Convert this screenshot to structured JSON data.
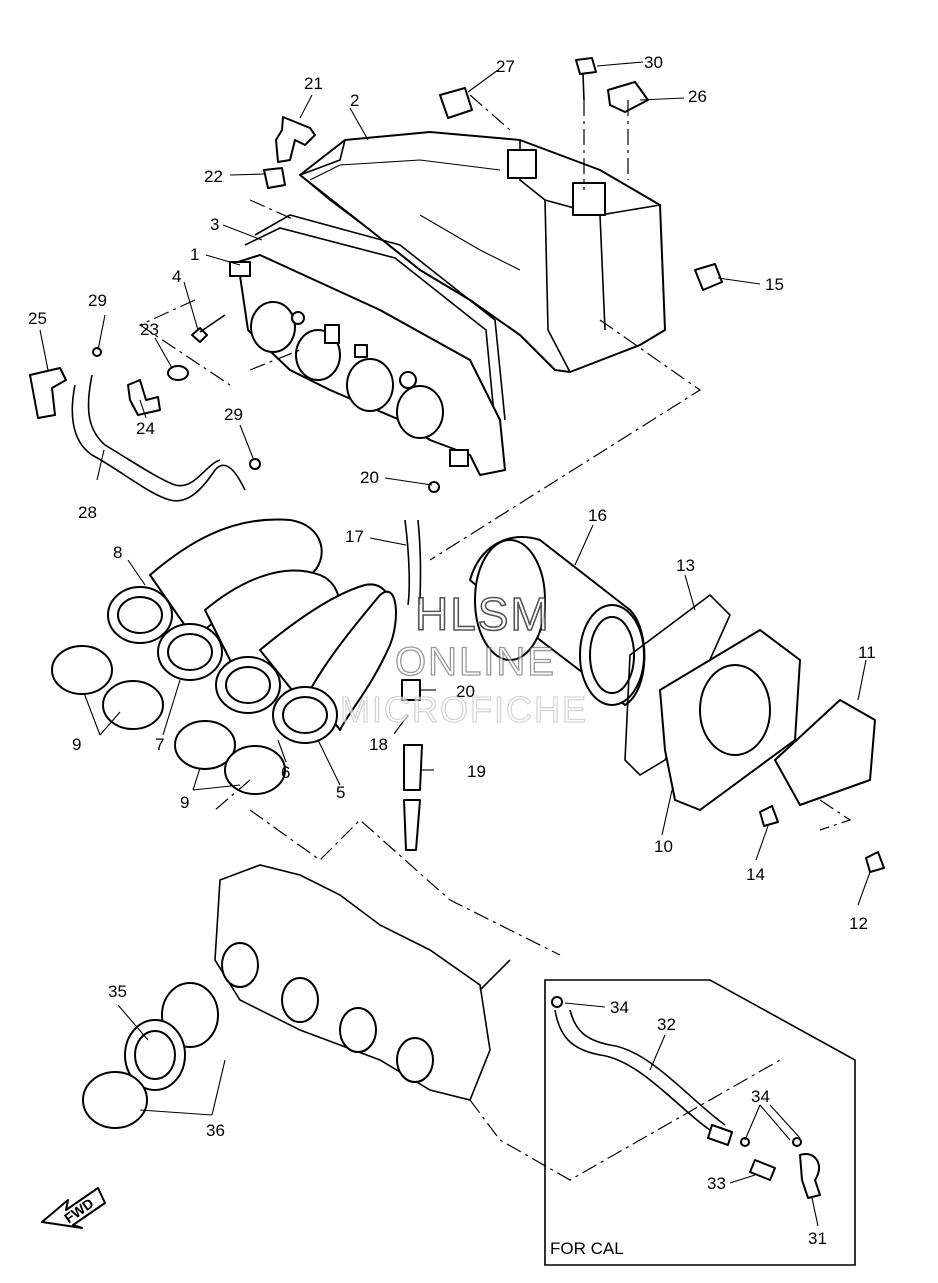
{
  "diagram": {
    "callouts": [
      "1",
      "2",
      "3",
      "4",
      "5",
      "6",
      "7",
      "8",
      "9",
      "9",
      "10",
      "11",
      "12",
      "13",
      "14",
      "15",
      "16",
      "17",
      "18",
      "19",
      "20",
      "20",
      "21",
      "22",
      "23",
      "24",
      "25",
      "26",
      "27",
      "28",
      "29",
      "29",
      "30",
      "31",
      "32",
      "33",
      "34",
      "34",
      "35",
      "36"
    ],
    "inset_label": "FOR CAL",
    "fwd_label": "FWD"
  },
  "watermark": {
    "line1": "HLSM",
    "line2": "ONLINE",
    "line3": "MICROFICHE"
  }
}
